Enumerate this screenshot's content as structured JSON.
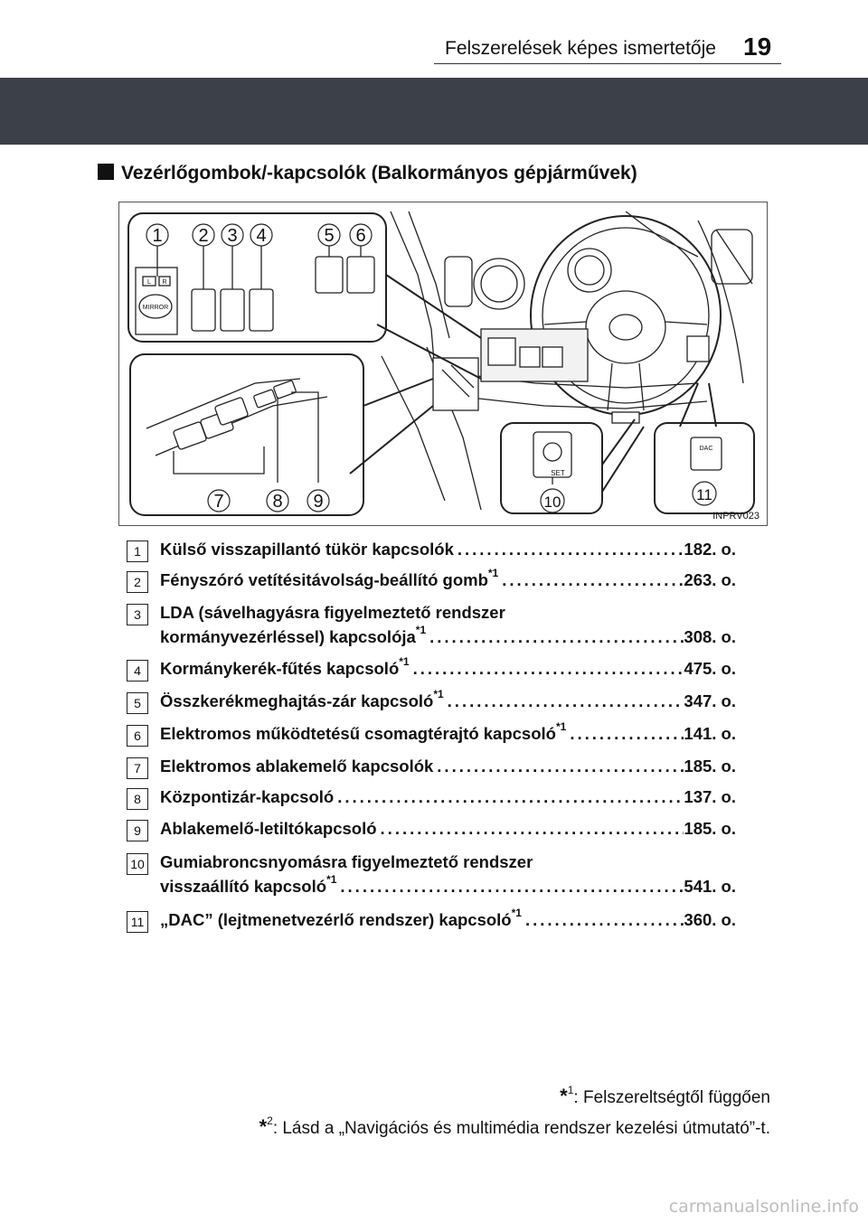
{
  "header": {
    "title": "Felszerelések képes ismertetője",
    "page": "19"
  },
  "section": {
    "title": "Vezérlőgombok/-kapcsolók (Balkormányos gépjárművek)"
  },
  "figure": {
    "code": "INPRV023",
    "mirror_label": "MIRROR",
    "mirror_l": "L",
    "mirror_r": "R",
    "set_label": "SET",
    "dac_label": "DAC",
    "callouts": [
      "1",
      "2",
      "3",
      "4",
      "5",
      "6",
      "7",
      "8",
      "9",
      "10",
      "11"
    ]
  },
  "items": [
    {
      "num": "1",
      "text": "Külső visszapillantó tükör kapcsolók",
      "page": "182. o."
    },
    {
      "num": "2",
      "text": "Fényszóró vetítésitávolság-beállító gomb",
      "sup": "*1",
      "page": "263. o."
    },
    {
      "num": "3",
      "text1": "LDA (sávelhagyásra figyelmeztető rendszer",
      "text": "kormányvezérléssel) kapcsolója",
      "sup": "*1",
      "page": "308. o."
    },
    {
      "num": "4",
      "text": "Kormánykerék-fűtés kapcsoló",
      "sup": "*1",
      "page": "475. o."
    },
    {
      "num": "5",
      "text": "Összkerékmeghajtás-zár kapcsoló",
      "sup": "*1",
      "page": "347. o."
    },
    {
      "num": "6",
      "text": "Elektromos működtetésű csomagtérajtó kapcsoló",
      "sup": "*1",
      "page": "141. o."
    },
    {
      "num": "7",
      "text": "Elektromos ablakemelő kapcsolók",
      "page": "185. o."
    },
    {
      "num": "8",
      "text": "Központizár-kapcsoló",
      "page": "137. o."
    },
    {
      "num": "9",
      "text": "Ablakemelő-letiltókapcsoló",
      "page": "185. o."
    },
    {
      "num": "10",
      "text1": "Gumiabroncsnyomásra figyelmeztető rendszer",
      "text": "visszaállító kapcsoló",
      "sup": "*1",
      "page": "541. o."
    },
    {
      "num": "11",
      "text": "„DAC” (lejtmenetvezérlő rendszer) kapcsoló",
      "sup": "*1",
      "page": "360. o."
    }
  ],
  "footnotes": [
    {
      "mark": "*",
      "num": "1",
      "text": ": Felszereltségtől függően"
    },
    {
      "mark": "*",
      "num": "2",
      "text": ": Lásd a „Navigációs és multimédia rendszer kezelési útmutató”-t."
    }
  ],
  "watermark": "carmanualsonline.info"
}
